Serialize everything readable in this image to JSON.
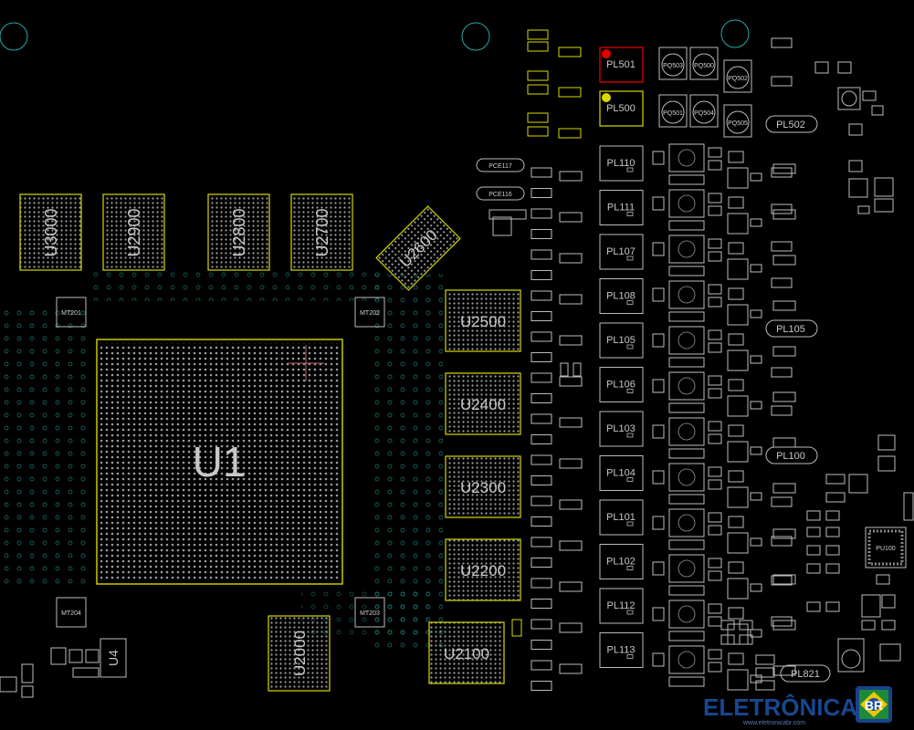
{
  "colors": {
    "background": "#000000",
    "component_outline": "#d8d800",
    "pad": "#b0b0b0",
    "via": "#2aa8a8",
    "selected": "#e00000",
    "label": "#c8c8c8",
    "watermark_blue": "#1c4fa0"
  },
  "main_chip": {
    "label": "U1"
  },
  "memory_chips": [
    {
      "label": "U3000"
    },
    {
      "label": "U2900"
    },
    {
      "label": "U2800"
    },
    {
      "label": "U2700"
    }
  ],
  "rotated_chip": {
    "label": "U2600"
  },
  "right_chips": [
    {
      "label": "U2500"
    },
    {
      "label": "U2400"
    },
    {
      "label": "U2300"
    },
    {
      "label": "U2200"
    },
    {
      "label": "U2100"
    }
  ],
  "bottom_chips": [
    {
      "label": "U2000"
    },
    {
      "label": "U4"
    }
  ],
  "mounting_holes": [
    {
      "label": "MT201"
    },
    {
      "label": "MT202"
    },
    {
      "label": "MT204"
    },
    {
      "label": "MT203"
    }
  ],
  "caps": [
    {
      "label": "PCE117"
    },
    {
      "label": "PCE116"
    }
  ],
  "top_inductors": [
    {
      "label": "PL501",
      "selected": true
    },
    {
      "label": "PL500",
      "selected": false
    }
  ],
  "inductors": [
    {
      "label": "PL110"
    },
    {
      "label": "PL111"
    },
    {
      "label": "PL107"
    },
    {
      "label": "PL108"
    },
    {
      "label": "PL105"
    },
    {
      "label": "PL106"
    },
    {
      "label": "PL103"
    },
    {
      "label": "PL104"
    },
    {
      "label": "PL101"
    },
    {
      "label": "PL102"
    },
    {
      "label": "PL112"
    },
    {
      "label": "PL113"
    }
  ],
  "mosfets": [
    {
      "label": "PQ503"
    },
    {
      "label": "PQ500"
    },
    {
      "label": "PQ502"
    },
    {
      "label": "PQ501"
    },
    {
      "label": "PQ504"
    },
    {
      "label": "PQ505"
    }
  ],
  "right_parts": [
    {
      "label": "PL502"
    },
    {
      "label": "PL105"
    },
    {
      "label": "PL100"
    },
    {
      "label": "PU100"
    },
    {
      "label": "PL821"
    }
  ],
  "watermark": {
    "brand": "ELETRÔNICA",
    "suffix": "BR",
    "url": "www.eletronicabr.com"
  }
}
